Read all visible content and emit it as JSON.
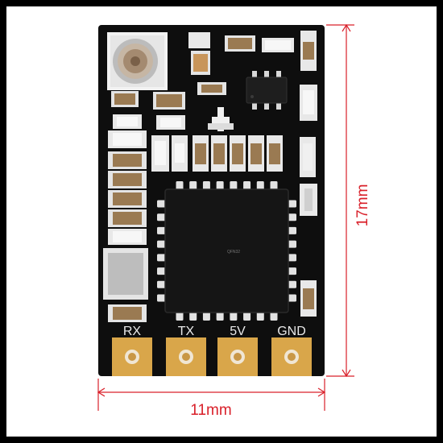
{
  "pin_labels": {
    "rx": "RX",
    "tx": "TX",
    "v5": "5V",
    "gnd": "GND"
  },
  "dimensions": {
    "height": "17mm",
    "width": "11mm"
  },
  "chip": {
    "marking": "QFN32"
  },
  "colors": {
    "pcb": "#0e0e0e",
    "gold_pad": "#d9a64a",
    "dimension_line": "#d9202a",
    "silkscreen": "#e9e9e9"
  }
}
